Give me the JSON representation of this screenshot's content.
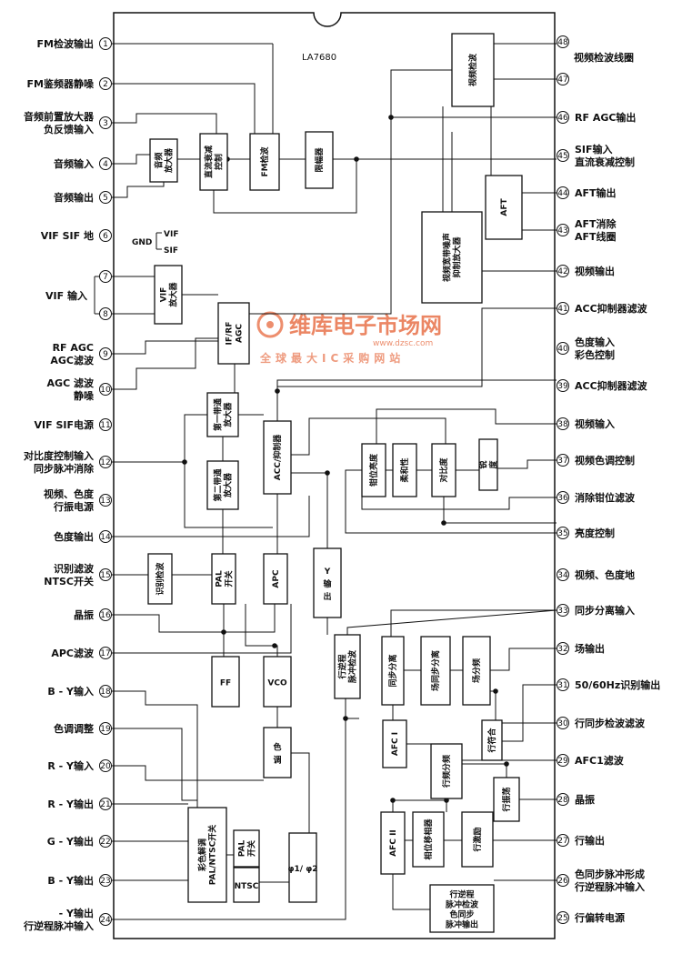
{
  "chip_name": "LA7680",
  "left_pins": [
    {
      "n": "1",
      "lines": [
        "FM检波输出"
      ]
    },
    {
      "n": "2",
      "lines": [
        "FM鉴频器静噪"
      ]
    },
    {
      "n": "3",
      "lines": [
        "音频前置放大器",
        "负反馈输入"
      ]
    },
    {
      "n": "4",
      "lines": [
        "音频输入"
      ]
    },
    {
      "n": "5",
      "lines": [
        "音频输出"
      ]
    },
    {
      "n": "6",
      "lines": [
        "VIF SIF 地"
      ]
    },
    {
      "n": "7",
      "lines": []
    },
    {
      "n": "8",
      "lines": []
    },
    {
      "n": "9",
      "lines": [
        "RF AGC",
        "AGC滤波"
      ]
    },
    {
      "n": "10",
      "lines": [
        "AGC 滤波",
        "静噪"
      ]
    },
    {
      "n": "11",
      "lines": [
        "VIF SIF电源"
      ]
    },
    {
      "n": "12",
      "lines": [
        "对比度控制输入",
        "同步脉冲消除"
      ]
    },
    {
      "n": "13",
      "lines": [
        "视频、色度",
        "行振电源"
      ]
    },
    {
      "n": "14",
      "lines": [
        "色度输出"
      ]
    },
    {
      "n": "15",
      "lines": [
        "识别滤波",
        "NTSC开关"
      ]
    },
    {
      "n": "16",
      "lines": [
        "晶振"
      ]
    },
    {
      "n": "17",
      "lines": [
        "APC滤波"
      ]
    },
    {
      "n": "18",
      "lines": [
        "B - Y输入"
      ]
    },
    {
      "n": "19",
      "lines": [
        "色调调整"
      ]
    },
    {
      "n": "20",
      "lines": [
        "R - Y输入"
      ]
    },
    {
      "n": "21",
      "lines": [
        "R - Y输出"
      ]
    },
    {
      "n": "22",
      "lines": [
        "G - Y输出"
      ]
    },
    {
      "n": "23",
      "lines": [
        "B - Y输出"
      ]
    },
    {
      "n": "24",
      "lines": [
        "- Y输出",
        "行逆程脉冲输入"
      ]
    }
  ],
  "vif_input_label": "VIF 输入",
  "gnd_labels": {
    "gnd": "GND",
    "vif": "VIF",
    "sif": "SIF"
  },
  "right_pins": [
    {
      "n": "48",
      "lines": []
    },
    {
      "n": "47",
      "lines": []
    },
    {
      "n": "46",
      "lines": [
        "RF AGC输出"
      ]
    },
    {
      "n": "45",
      "lines": [
        "SIF输入",
        "直流衰减控制"
      ]
    },
    {
      "n": "44",
      "lines": [
        "AFT输出"
      ]
    },
    {
      "n": "43",
      "lines": [
        "AFT消除",
        "AFT线圈"
      ]
    },
    {
      "n": "42",
      "lines": [
        "视频输出"
      ]
    },
    {
      "n": "41",
      "lines": [
        "ACC抑制器滤波"
      ]
    },
    {
      "n": "40",
      "lines": [
        "色度输入",
        "彩色控制"
      ]
    },
    {
      "n": "39",
      "lines": [
        "ACC抑制器滤波"
      ]
    },
    {
      "n": "38",
      "lines": [
        "视频输入"
      ]
    },
    {
      "n": "37",
      "lines": [
        "视频色调控制"
      ]
    },
    {
      "n": "36",
      "lines": [
        "消除钳位滤波"
      ]
    },
    {
      "n": "35",
      "lines": [
        "亮度控制"
      ]
    },
    {
      "n": "34",
      "lines": [
        "视频、色度地"
      ]
    },
    {
      "n": "33",
      "lines": [
        "同步分离输入"
      ]
    },
    {
      "n": "32",
      "lines": [
        "场输出"
      ]
    },
    {
      "n": "31",
      "lines": [
        "50/60Hz识别输出"
      ]
    },
    {
      "n": "30",
      "lines": [
        "行同步检波滤波"
      ]
    },
    {
      "n": "29",
      "lines": [
        "AFC1滤波"
      ]
    },
    {
      "n": "28",
      "lines": [
        "晶振"
      ]
    },
    {
      "n": "27",
      "lines": [
        "行输出"
      ]
    },
    {
      "n": "26",
      "lines": [
        "色同步脉冲形成",
        "行逆程脉冲输入"
      ]
    },
    {
      "n": "25",
      "lines": [
        "行偏转电源"
      ]
    }
  ],
  "coil_label": "视频检波线圈",
  "blocks": {
    "video_det": "视频检波",
    "audio_amp": [
      "音频",
      "放大器"
    ],
    "dc_atten": [
      "直流衰减",
      "控制"
    ],
    "fm_det": "FM检波",
    "limiter": "限幅器",
    "aft": "AFT",
    "noise_sup": [
      "视频宽带噪声",
      "抑制放大器"
    ],
    "vif_amp": [
      "VIF",
      "放大器"
    ],
    "if_rf_agc": [
      "IF/RF",
      "AGC"
    ],
    "bp1": [
      "第一带通",
      "放大器"
    ],
    "bp2": [
      "第二带通",
      "放大器"
    ],
    "acc": "ACC/抑制器",
    "clamp": "钳位亮度",
    "soft": "柔和性",
    "contrast": "对比度",
    "sharp": [
      "锐",
      "度"
    ],
    "y_out": [
      "Y",
      "输",
      "出"
    ],
    "ident": "识别检波",
    "pal_sw": [
      "PAL",
      "开关"
    ],
    "apc": "APC",
    "ff": "FF",
    "vco": "VCO",
    "hue": [
      "色",
      "调"
    ],
    "demod": [
      "彩色解调",
      "PAL/NTSC开关"
    ],
    "ntsc": "NTSC",
    "pal_sw2": [
      "PAL",
      "开关"
    ],
    "phi": "φ1/ φ2",
    "flyback_det": [
      "行逆程",
      "脉冲检波"
    ],
    "sync_sep": "同步分离",
    "vsync_sep": "场同步分离",
    "vdiv": "场分频",
    "coinc": "行符合",
    "afc1": "AFC I",
    "hdiv": "行频分频",
    "hosc": "行振荡",
    "afc2": "AFC II",
    "phase": "相位移相器",
    "hdrive": "行激励",
    "burst": [
      "行逆程",
      "脉冲检波",
      "色同步",
      "脉冲输出"
    ]
  },
  "watermark": {
    "main": "维库电子市场网",
    "url": "www.dzsc.com",
    "sub": "全球最大IC采购网站"
  }
}
